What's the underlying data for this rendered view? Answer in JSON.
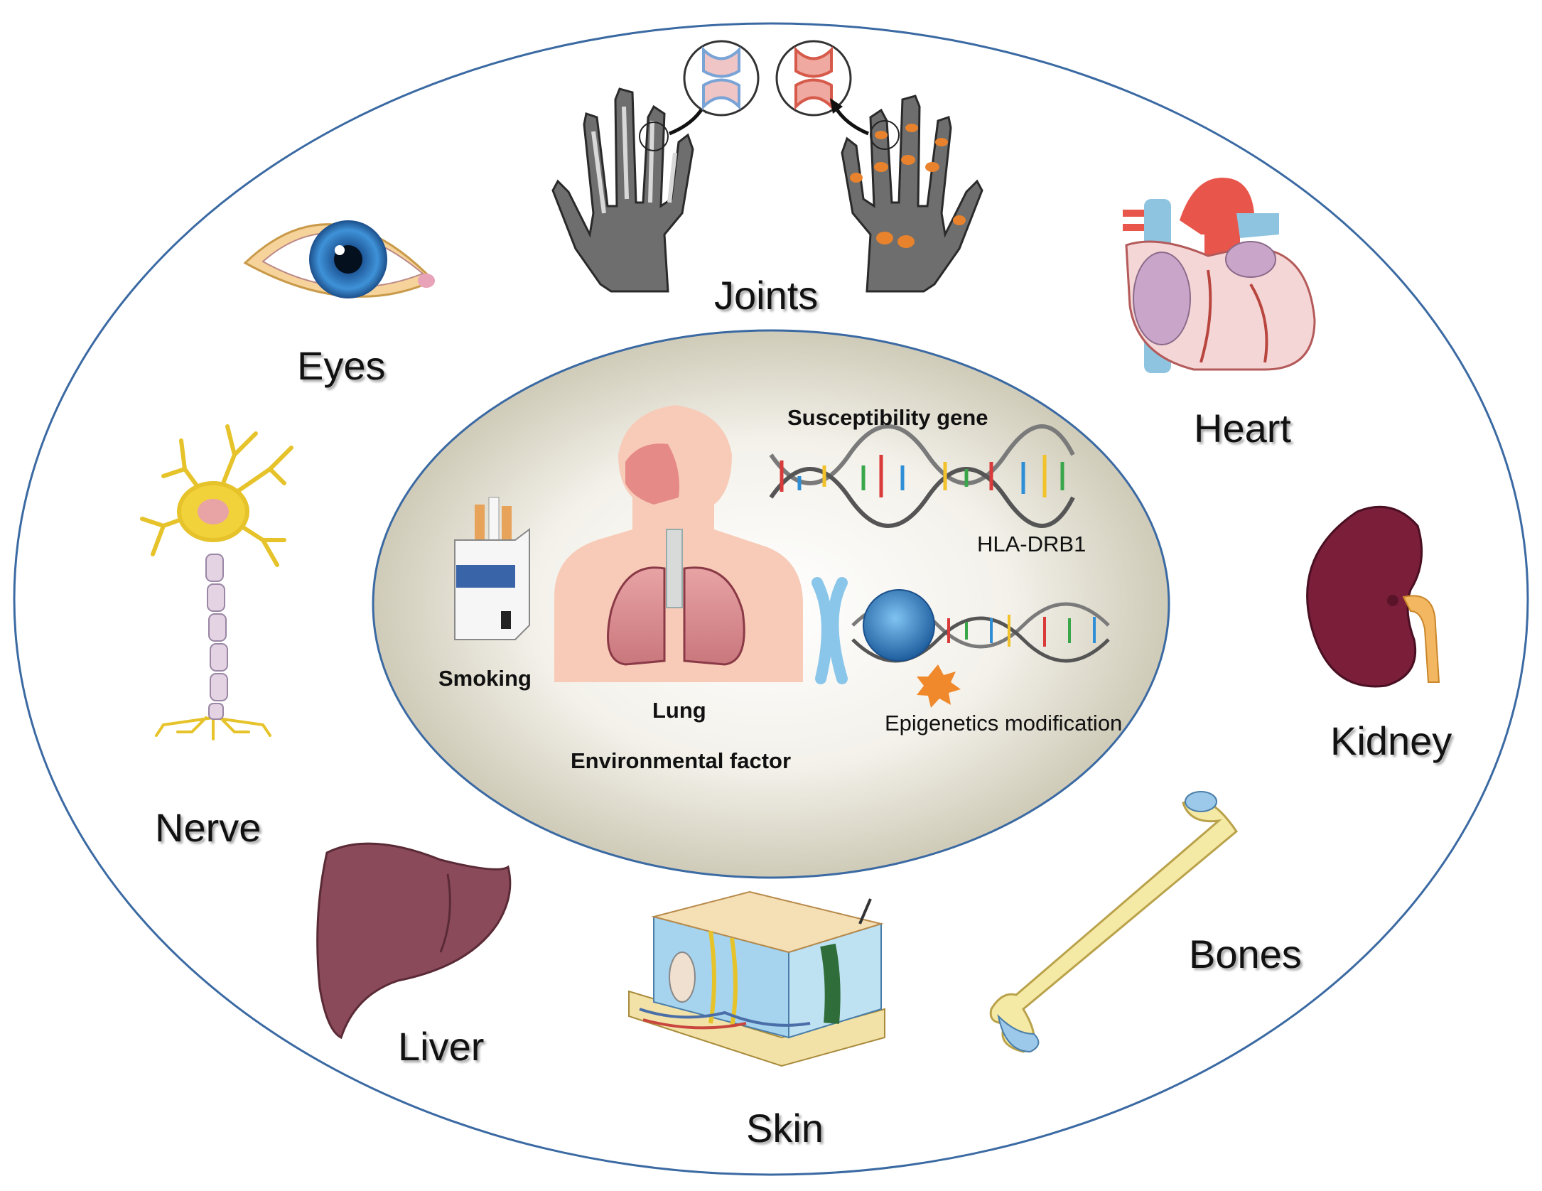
{
  "organs": {
    "joints": "Joints",
    "eyes": "Eyes",
    "heart": "Heart",
    "nerve": "Nerve",
    "kidney": "Kidney",
    "liver": "Liver",
    "bones": "Bones",
    "skin": "Skin"
  },
  "center": {
    "susceptibility_gene": "Susceptibility gene",
    "hla": "HLA-DRB1",
    "smoking": "Smoking",
    "lung": "Lung",
    "environmental_factor": "Environmental factor",
    "epigenetics": "Epigenetics modification"
  },
  "colors": {
    "ellipse_stroke": "#3b6aa3",
    "bone_xray": "#6e6e6e",
    "liver": "#8a4a5a",
    "kidney": "#7a1e3a",
    "bone": "#f5e9a6",
    "neuron": "#f2d23a",
    "iris": "#2f7fc4"
  }
}
